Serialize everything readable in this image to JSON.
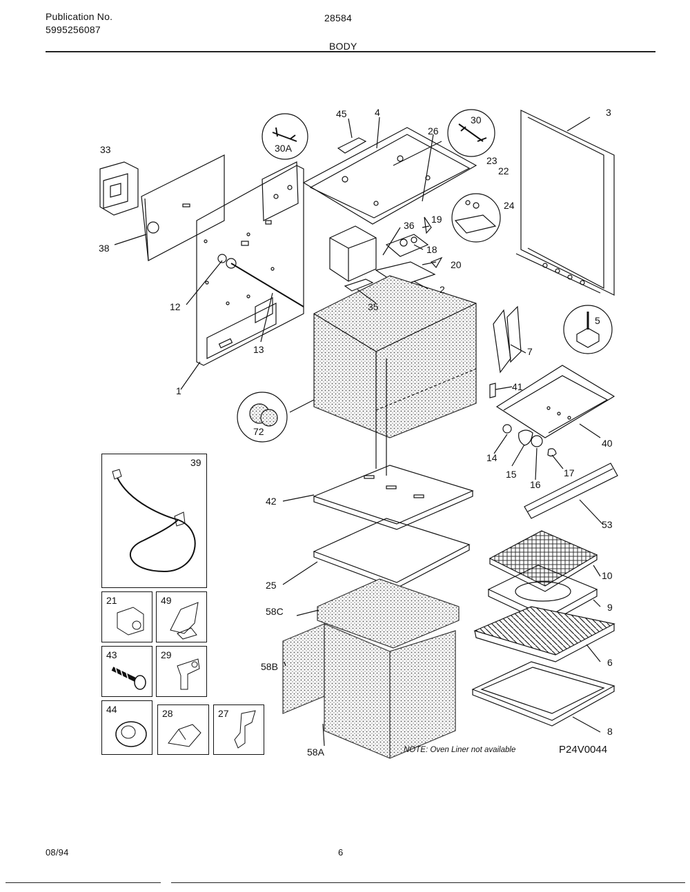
{
  "header": {
    "publication_label": "Publication No.",
    "publication_number": "5995256087",
    "model": "28584",
    "section": "BODY"
  },
  "callouts": {
    "c1": "1",
    "c2": "2",
    "c3": "3",
    "c4": "4",
    "c5": "5",
    "c6": "6",
    "c7": "7",
    "c8": "8",
    "c9": "9",
    "c10": "10",
    "c12": "12",
    "c13": "13",
    "c14": "14",
    "c15": "15",
    "c16": "16",
    "c17": "17",
    "c18": "18",
    "c19": "19",
    "c20": "20",
    "c22": "22",
    "c23": "23",
    "c24": "24",
    "c25": "25",
    "c26": "26",
    "c30": "30",
    "c30A": "30A",
    "c33": "33",
    "c35": "35",
    "c36": "36",
    "c38": "38",
    "c40": "40",
    "c41": "41",
    "c42": "42",
    "c45": "45",
    "c53": "53",
    "c58A": "58A",
    "c58B": "58B",
    "c58C": "58C",
    "c72": "72"
  },
  "inset_boxes": {
    "b39": "39",
    "b21": "21",
    "b49": "49",
    "b43": "43",
    "b29": "29",
    "b44": "44",
    "b28": "28",
    "b27": "27"
  },
  "note": "NOTE: Oven Liner not available",
  "diagram_code": "P24V0044",
  "footer": {
    "date": "08/94",
    "page": "6"
  }
}
